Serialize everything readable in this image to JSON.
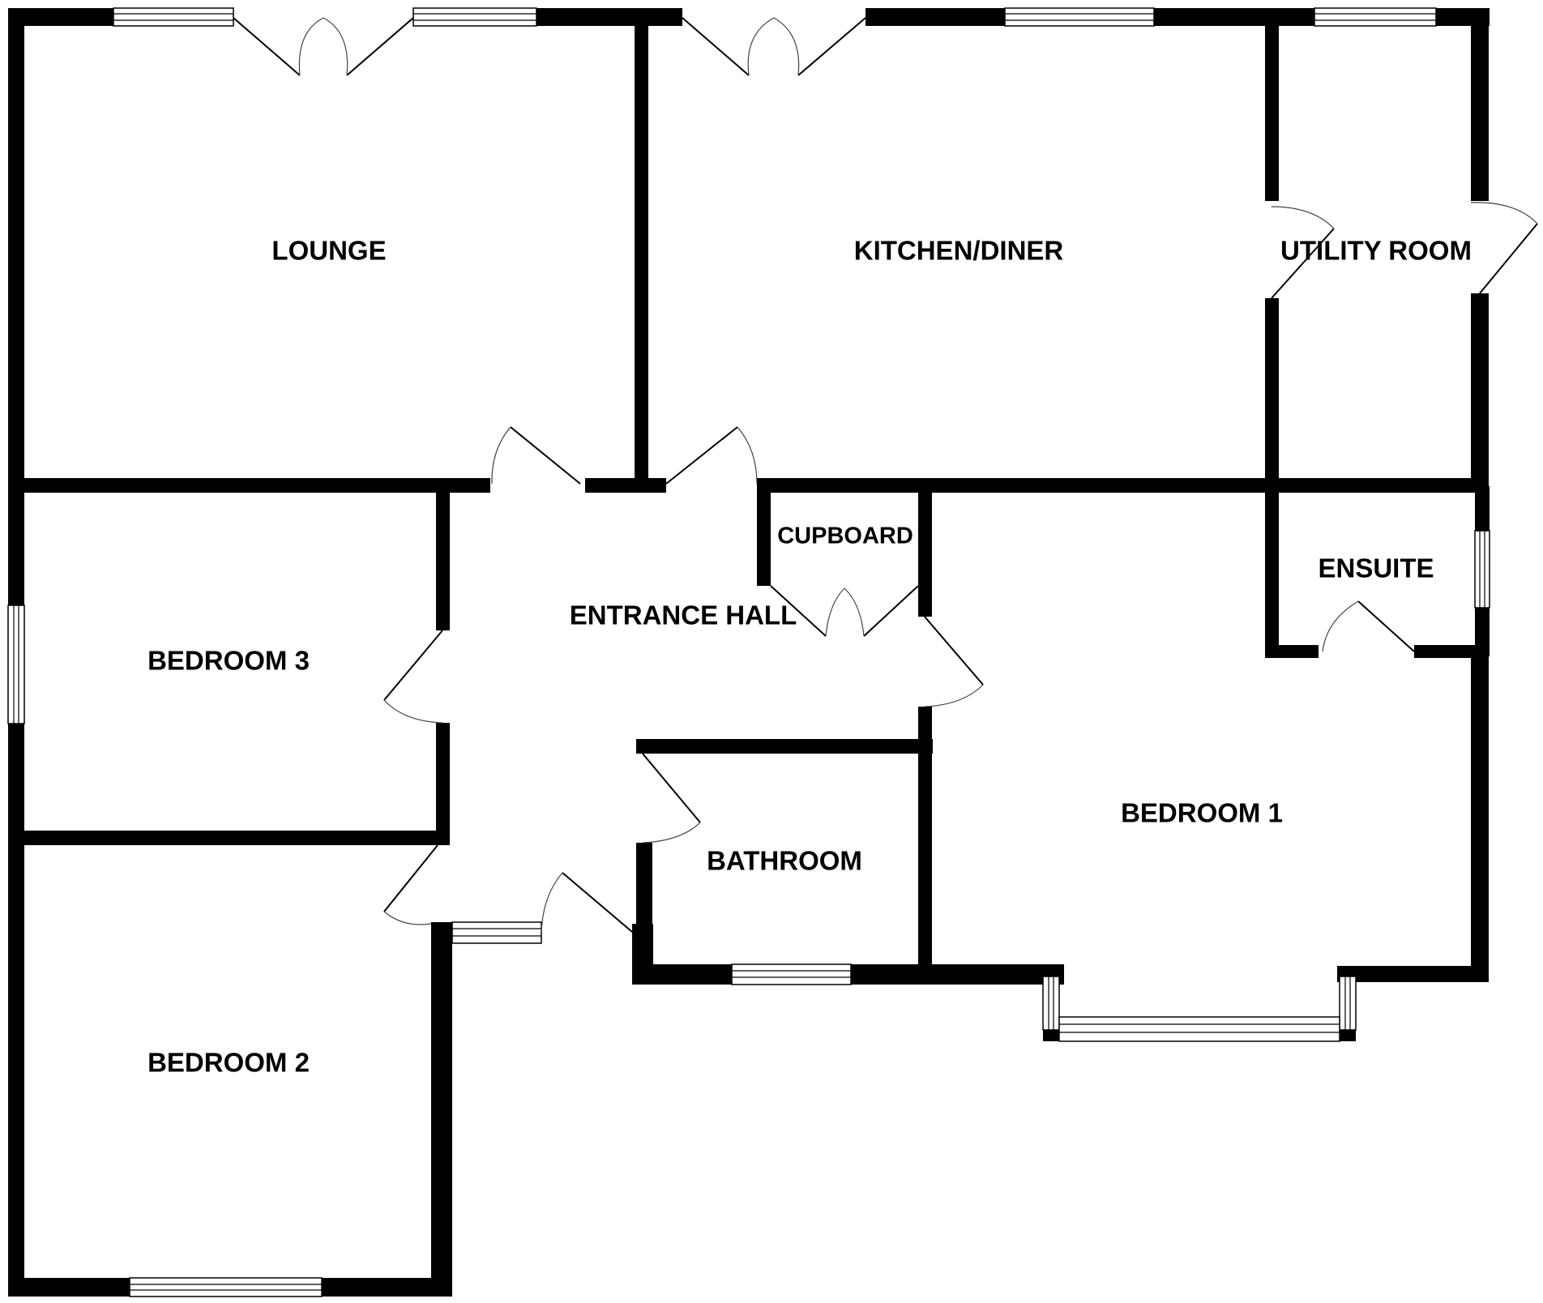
{
  "rooms": {
    "lounge": "LOUNGE",
    "kitchen_diner": "KITCHEN/DINER",
    "utility_room": "UTILITY ROOM",
    "cupboard": "CUPBOARD",
    "entrance_hall": "ENTRANCE HALL",
    "ensuite": "ENSUITE",
    "bedroom_3": "BEDROOM 3",
    "bedroom_1": "BEDROOM 1",
    "bathroom": "BATHROOM",
    "bedroom_2": "BEDROOM 2"
  }
}
